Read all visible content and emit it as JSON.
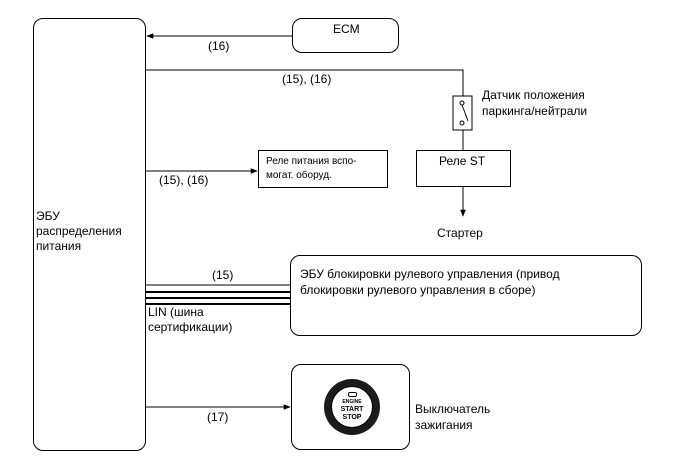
{
  "diagram": {
    "main_ecu": [
      "ЭБУ",
      "распределения",
      "питания"
    ],
    "ecm": "ECM",
    "ecm_signal": "(16)",
    "top_signal": "(15), (16)",
    "park_sensor": [
      "Датчик положения",
      "паркинга/нейтрали"
    ],
    "aux_relay_signal": "(15), (16)",
    "aux_relay": [
      "Реле питания вспо-",
      "могат. оборуд."
    ],
    "st_relay": "Реле ST",
    "starter": "Стартер",
    "lock_signal": "(15)",
    "lock_ecu": [
      "ЭБУ блокировки рулевого управления (привод",
      "блокировки рулевого управления в сборе)"
    ],
    "lin_bus": [
      "LIN (шина",
      "сертификации)"
    ],
    "ignition_signal": "(17)",
    "ignition_switch": [
      "Выключатель",
      "зажигания"
    ],
    "button": {
      "line1": "ENGINE",
      "line2": "START",
      "line3": "STOP"
    }
  }
}
